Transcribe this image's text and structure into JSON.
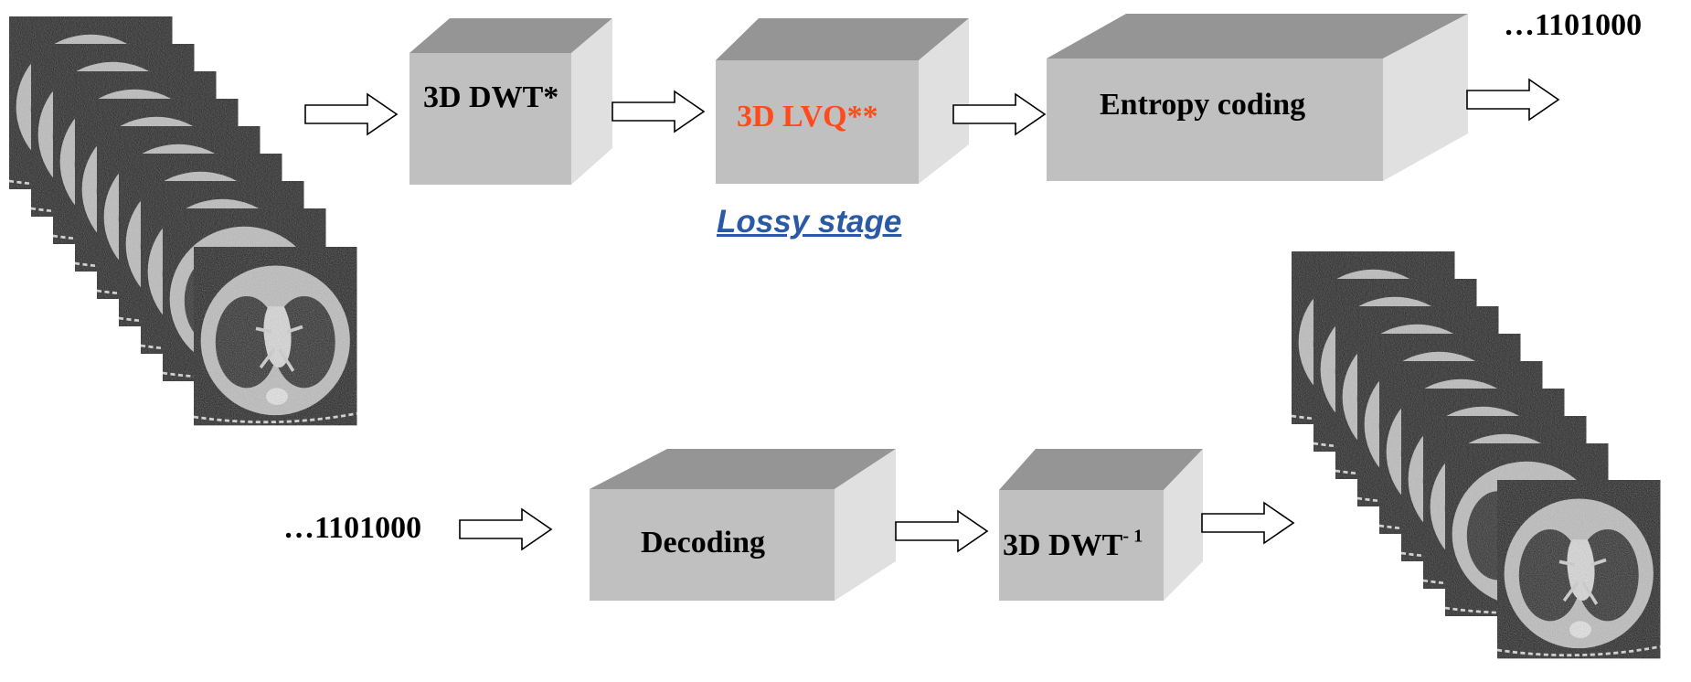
{
  "colors": {
    "box_front": "#c0c0c0",
    "box_top": "#959595",
    "box_side": "#e0e0e0",
    "highlight": "#ff4a1c",
    "lossy": "#2a5aa6"
  },
  "encoder": {
    "dwt_label": "3D DWT*",
    "lvq_label": "3D LVQ**",
    "entropy_label": "Entropy coding",
    "bitstream": "…1101000",
    "lossy_note": "Lossy stage"
  },
  "decoder": {
    "bitstream": "…1101000",
    "decoding_label": "Decoding",
    "idwt_label": "3D DWT",
    "idwt_sup": "- 1"
  },
  "icons": {
    "input_volume": "ct-slice-stack-icon",
    "output_volume": "ct-slice-stack-icon",
    "arrow": "hollow-arrow-right-icon"
  }
}
